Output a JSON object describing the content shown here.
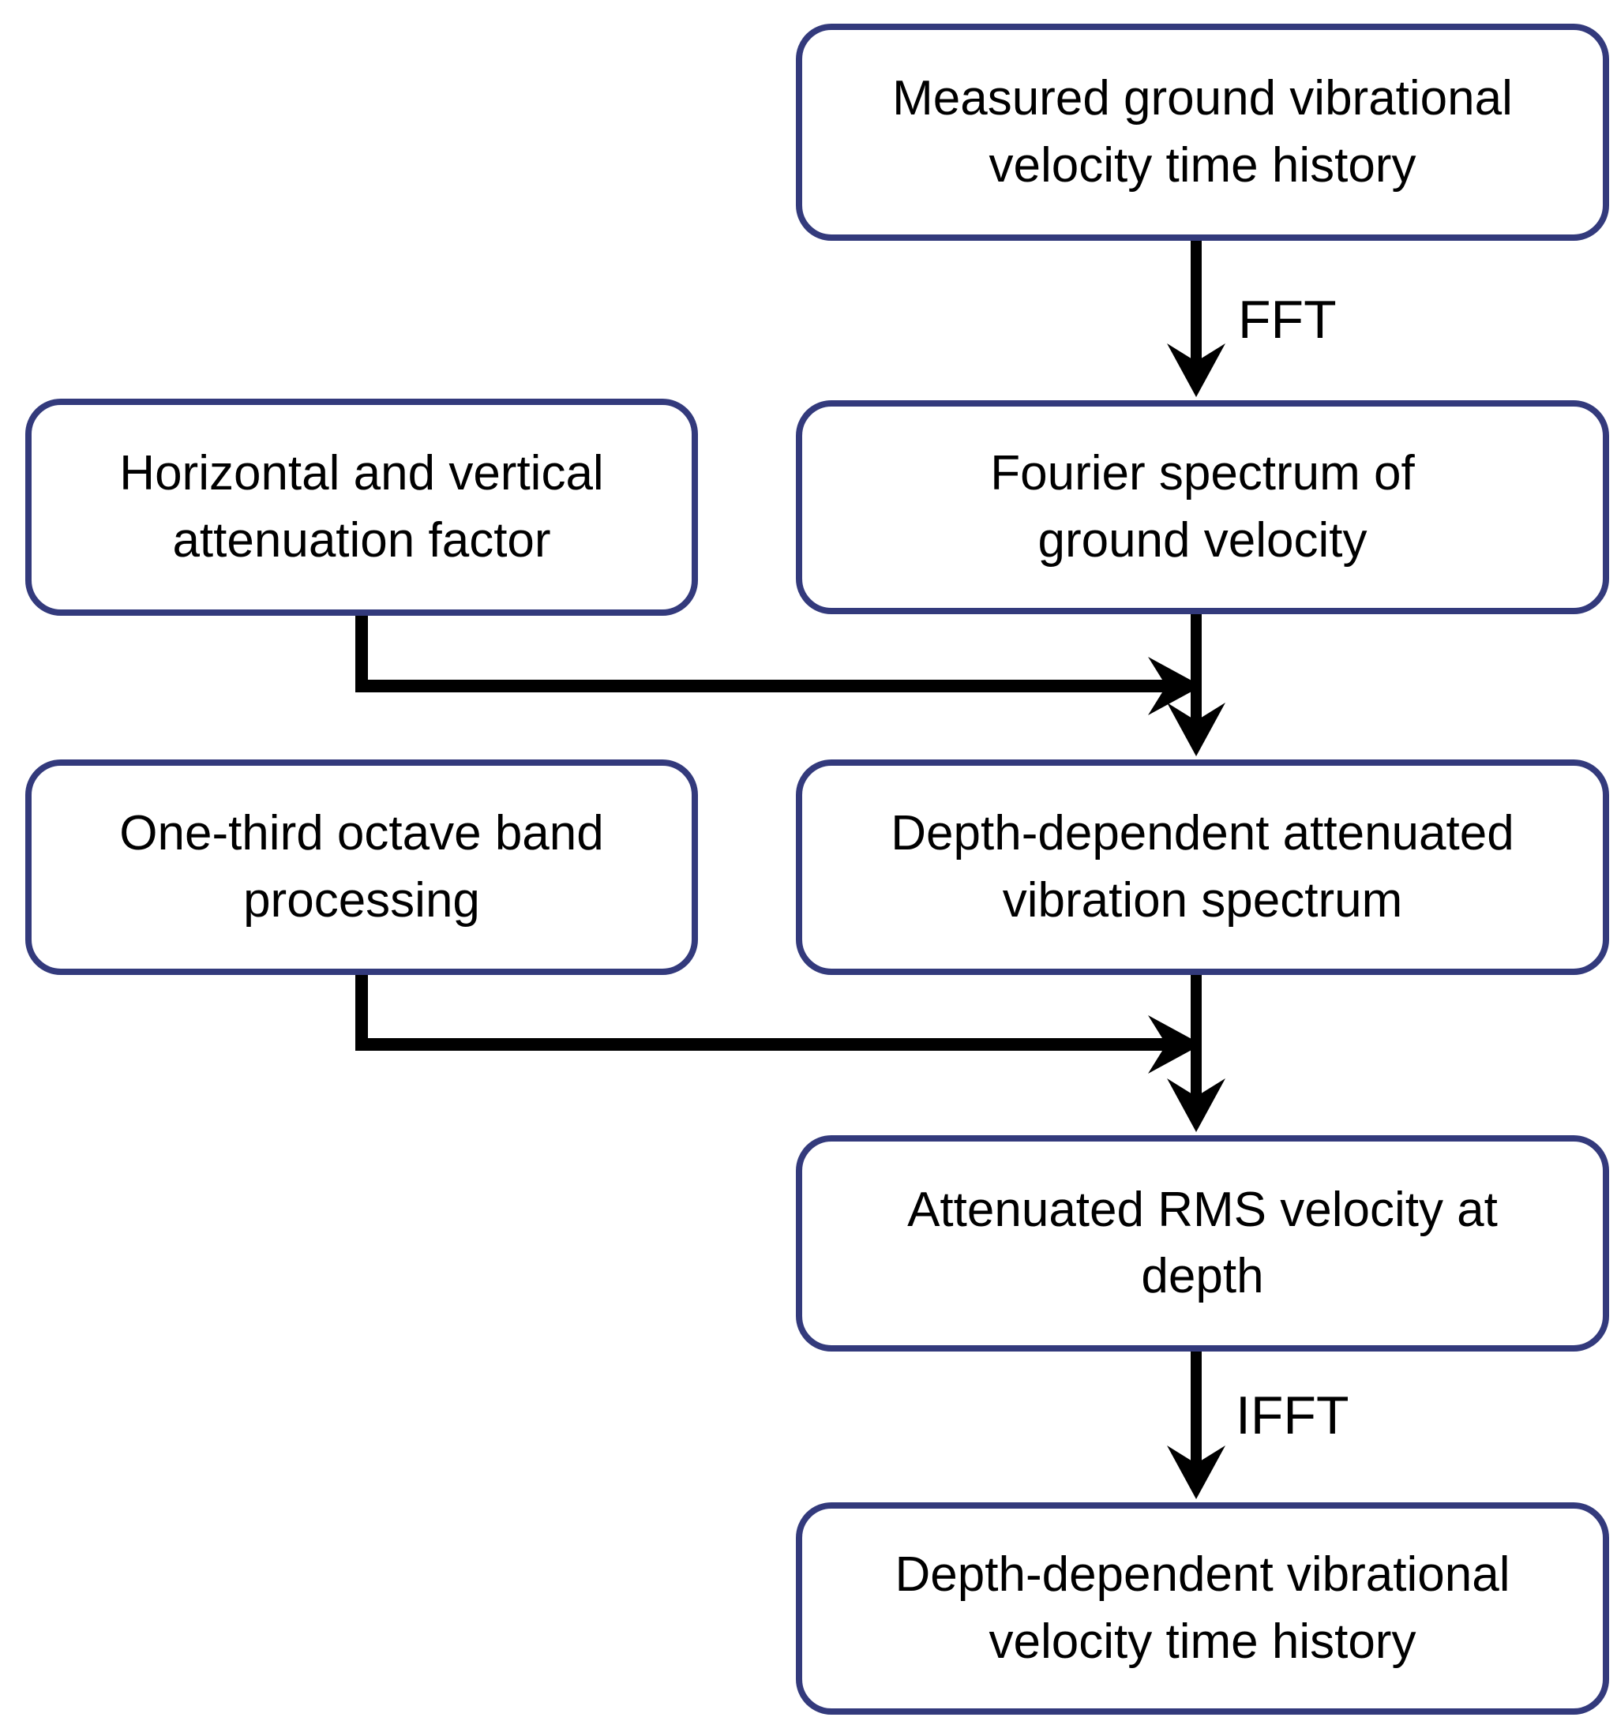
{
  "diagram": {
    "title": "Depth-dependent vibration processing flowchart",
    "colors": {
      "background": "#ffffff",
      "box_border": "#333a7c",
      "box_fill": "#ffffff",
      "arrow": "#000000",
      "text": "#000000"
    },
    "boxes": {
      "measured": {
        "label": "Measured ground vibrational\nvelocity time history"
      },
      "attenuation": {
        "label": "Horizontal and vertical\nattenuation factor"
      },
      "fourier": {
        "label": "Fourier spectrum of\nground velocity"
      },
      "octave": {
        "label": "One-third octave band\nprocessing"
      },
      "depth_spectrum": {
        "label": "Depth-dependent attenuated\nvibration spectrum"
      },
      "rms": {
        "label": "Attenuated RMS velocity at\ndepth"
      },
      "output": {
        "label": "Depth-dependent vibrational\nvelocity time history"
      }
    },
    "arrow_labels": {
      "fft": "FFT",
      "ifft": "IFFT"
    },
    "edges": [
      {
        "from": "measured",
        "to": "fourier",
        "label": "FFT"
      },
      {
        "from": "fourier",
        "to": "depth_spectrum",
        "label": ""
      },
      {
        "from": "attenuation",
        "to": "depth_spectrum",
        "label": ""
      },
      {
        "from": "depth_spectrum",
        "to": "rms",
        "label": ""
      },
      {
        "from": "octave",
        "to": "rms",
        "label": ""
      },
      {
        "from": "rms",
        "to": "output",
        "label": "IFFT"
      }
    ]
  }
}
